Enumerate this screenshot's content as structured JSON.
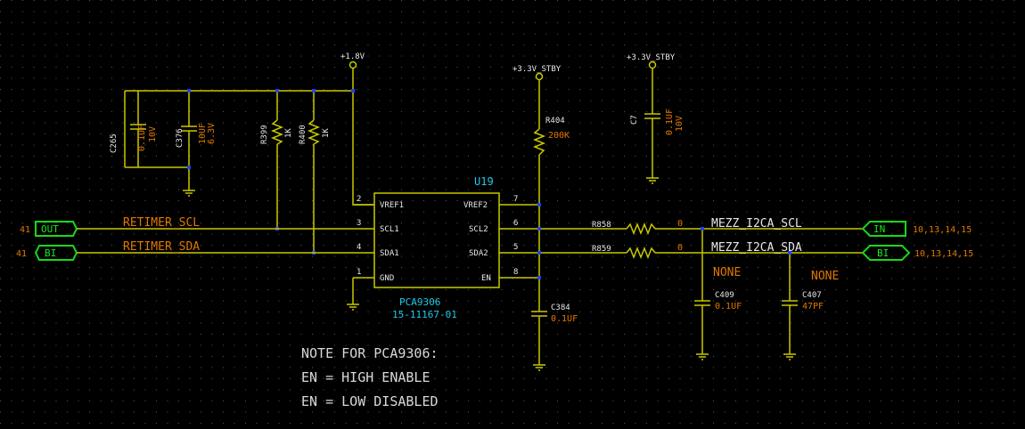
{
  "power": {
    "p1v8": "+1.8V",
    "p3v3_a": "+3.3V_STBY",
    "p3v3_b": "+3.3V_STBY"
  },
  "caps": {
    "c265": {
      "ref": "C265",
      "v1": "0.1UF",
      "v2": "10V"
    },
    "c376": {
      "ref": "C376",
      "v1": "10UF",
      "v2": "6.3V"
    },
    "c7": {
      "ref": "C7",
      "v1": "0.1UF",
      "v2": "10V"
    },
    "c384": {
      "ref": "C384",
      "v1": "0.1UF"
    },
    "c409": {
      "ref": "C409",
      "v1": "0.1UF"
    },
    "c407": {
      "ref": "C407",
      "v1": "47PF"
    }
  },
  "resistors": {
    "r399": {
      "ref": "R399",
      "val": "1K"
    },
    "r400": {
      "ref": "R400",
      "val": "1K"
    },
    "r404": {
      "ref": "R404",
      "val": "200K"
    },
    "r858": {
      "ref": "R858",
      "val": "0"
    },
    "r859": {
      "ref": "R859",
      "val": "0"
    }
  },
  "ic": {
    "ref": "U19",
    "part": "PCA9306",
    "pn": "15-11167-01",
    "pins": {
      "vref1": {
        "name": "VREF1",
        "num": "2"
      },
      "scl1": {
        "name": "SCL1",
        "num": "3"
      },
      "sda1": {
        "name": "SDA1",
        "num": "4"
      },
      "gnd": {
        "name": "GND",
        "num": "1"
      },
      "vref2": {
        "name": "VREF2",
        "num": "7"
      },
      "scl2": {
        "name": "SCL2",
        "num": "6"
      },
      "sda2": {
        "name": "SDA2",
        "num": "5"
      },
      "en": {
        "name": "EN",
        "num": "8"
      }
    }
  },
  "nets": {
    "retimer_scl": "RETIMER_SCL",
    "retimer_sda": "RETIMER_SDA",
    "mezz_scl": "MEZZ_I2CA_SCL",
    "mezz_sda": "MEZZ_I2CA_SDA",
    "none1": "NONE",
    "none2": "NONE"
  },
  "ports": {
    "out": {
      "label": "OUT",
      "page": "41"
    },
    "bi_l": {
      "label": "BI",
      "page": "41"
    },
    "in": {
      "label": "IN",
      "pages": "10,13,14,15"
    },
    "bi_r": {
      "label": "BI",
      "pages": "10,13,14,15"
    }
  },
  "note": {
    "line1": "NOTE FOR PCA9306:",
    "line2": "EN = HIGH ENABLE",
    "line3": "EN = LOW DISABLED"
  },
  "colors": {
    "background": "#000000",
    "wire": "#c8c800",
    "port": "#18d818",
    "net_label": "#e07800",
    "ic_label": "#20c8e8",
    "junction": "#2040ff"
  }
}
